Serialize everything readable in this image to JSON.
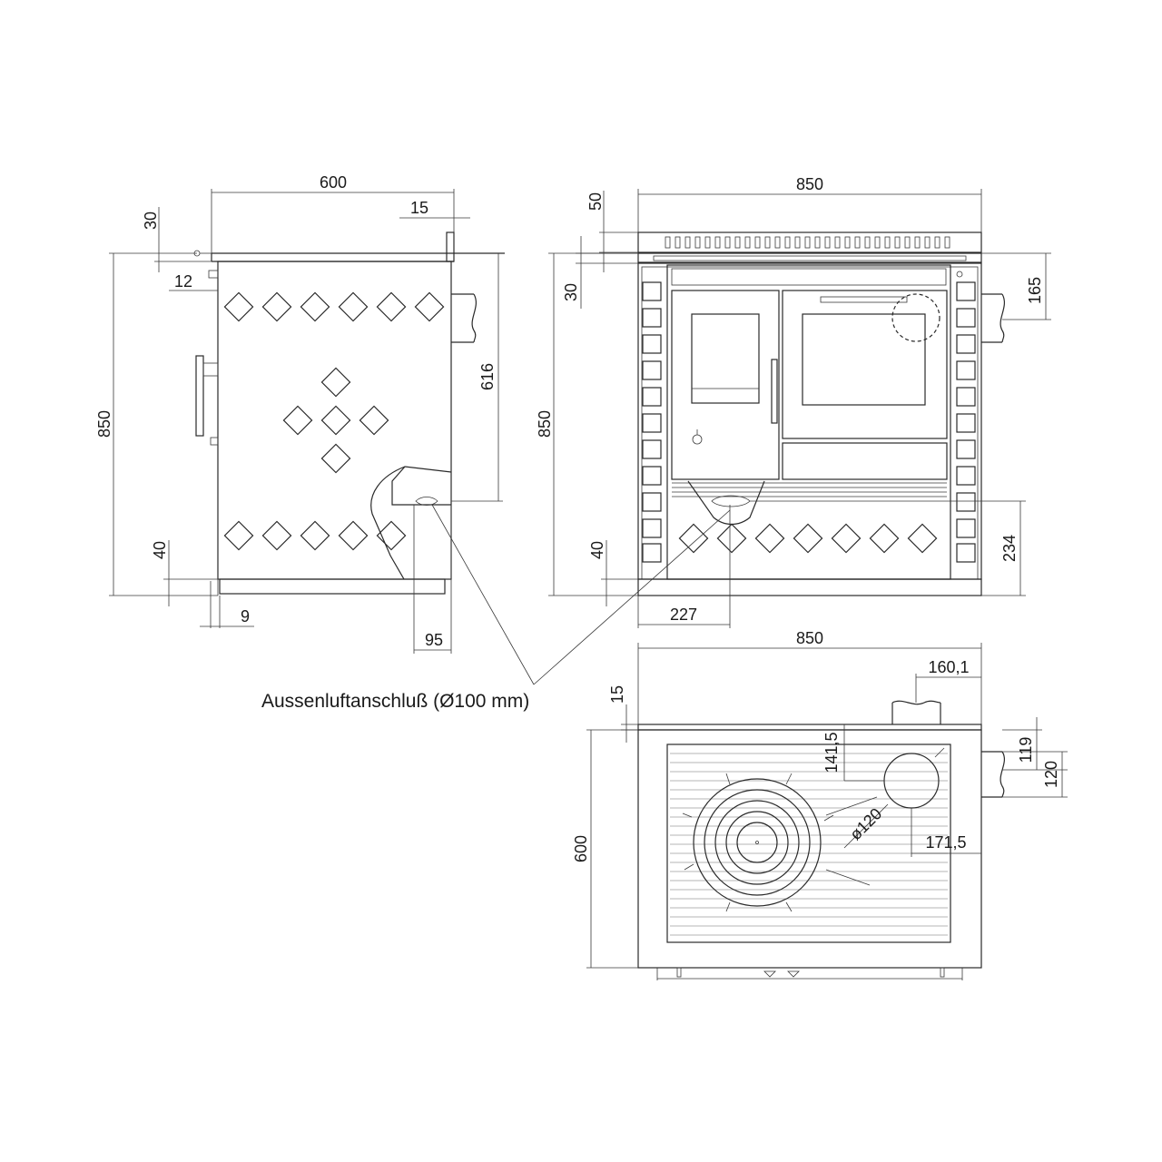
{
  "side_view": {
    "width": "600",
    "overhang": "15",
    "top_thickness": "30",
    "offset": "12",
    "height": "850",
    "pipe_height": "616",
    "plinth": "40",
    "toe": "9",
    "inlet": "95"
  },
  "front_view": {
    "width": "850",
    "rail": "50",
    "top": "30",
    "flue_height": "165",
    "height": "850",
    "plinth": "40",
    "inlet_offset": "227",
    "inlet_height": "234"
  },
  "top_view": {
    "width": "850",
    "flue_offset": "160,1",
    "rail": "15",
    "hole_y": "141,5",
    "hole_diameter": "ø120",
    "hole_x": "171,5",
    "depth": "600",
    "pipe_a": "119",
    "pipe_b": "120"
  },
  "note": {
    "text": "Aussenluftanschluß (Ø100 mm)"
  }
}
